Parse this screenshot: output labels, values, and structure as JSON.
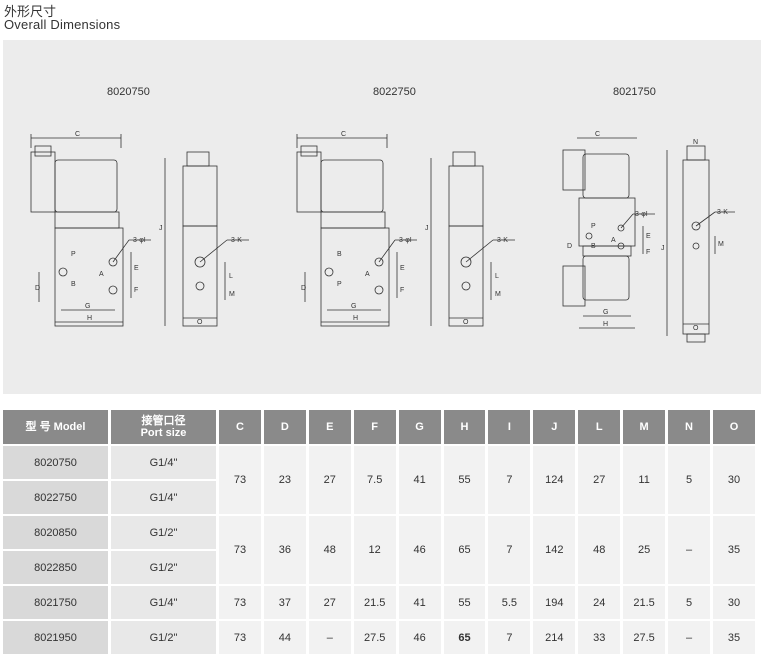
{
  "title_cn": "外形尺寸",
  "title_en": "Overall Dimensions",
  "drawings": {
    "models": [
      "8020750",
      "8022750",
      "8021750"
    ],
    "labels": {
      "C": "C",
      "D": "D",
      "E": "E",
      "F": "F",
      "G": "G",
      "H": "H",
      "J": "J",
      "L": "L",
      "M": "M",
      "N": "N",
      "O": "O",
      "P": "P",
      "B": "B",
      "A": "A",
      "port_I": "3-φI",
      "port_K": "3-K"
    }
  },
  "table": {
    "headers": [
      "型 号 Model",
      "接管口径 Port size",
      "C",
      "D",
      "E",
      "F",
      "G",
      "H",
      "I",
      "J",
      "L",
      "M",
      "N",
      "O"
    ],
    "header_model_cn": "型 号",
    "header_model_en": "Model",
    "header_port_cn": "接管口径",
    "header_port_en": "Port size",
    "groups": [
      {
        "models": [
          "8020750",
          "8022750"
        ],
        "ports": [
          "G1/4\"",
          "G1/4\""
        ],
        "values": [
          "73",
          "23",
          "27",
          "7.5",
          "41",
          "55",
          "7",
          "124",
          "27",
          "11",
          "5",
          "30"
        ]
      },
      {
        "models": [
          "8020850",
          "8022850"
        ],
        "ports": [
          "G1/2\"",
          "G1/2\""
        ],
        "values": [
          "73",
          "36",
          "48",
          "12",
          "46",
          "65",
          "7",
          "142",
          "48",
          "25",
          "–",
          "35"
        ]
      },
      {
        "models": [
          "8021750"
        ],
        "ports": [
          "G1/4\""
        ],
        "values": [
          "73",
          "37",
          "27",
          "21.5",
          "41",
          "55",
          "5.5",
          "194",
          "24",
          "21.5",
          "5",
          "30"
        ]
      },
      {
        "models": [
          "8021950"
        ],
        "ports": [
          "G1/2\""
        ],
        "values": [
          "73",
          "44",
          "–",
          "27.5",
          "46",
          "65",
          "7",
          "214",
          "33",
          "27.5",
          "–",
          "35"
        ]
      }
    ]
  }
}
